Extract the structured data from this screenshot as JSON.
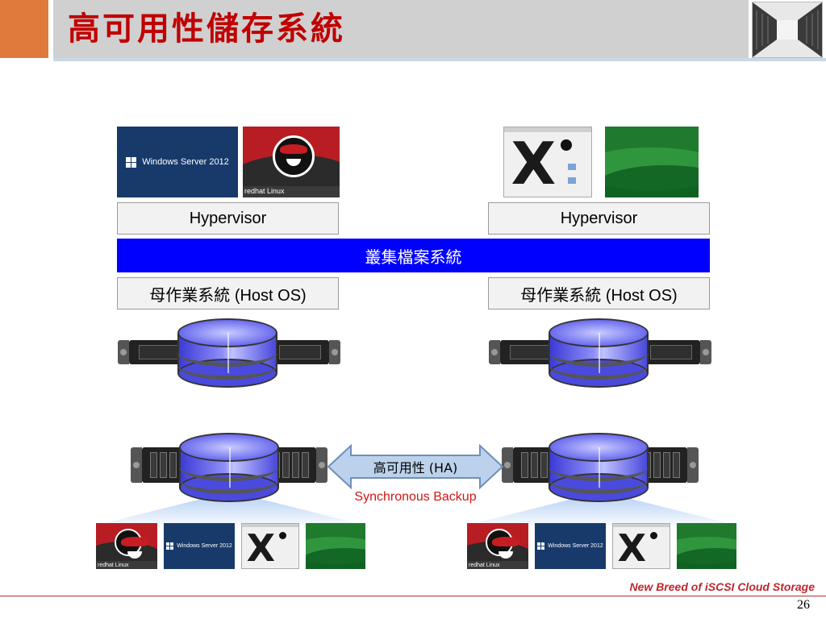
{
  "slide": {
    "title": "高可用性儲存系統",
    "page_number": "26",
    "footer_brand": "New Breed of iSCSI Cloud Storage",
    "accent_color": "#e07a3c",
    "title_color": "#c00000",
    "cluster_color": "#0000ff"
  },
  "left_stack": {
    "windows_tile_text": "Windows Server 2012",
    "redhat_tile_text": "redhat Linux",
    "hypervisor_label": "Hypervisor",
    "host_os_label": "母作業系統 (Host OS)"
  },
  "right_stack": {
    "hypervisor_label": "Hypervisor",
    "host_os_label": "母作業系統 (Host OS)"
  },
  "cluster_fs_label": "叢集檔案系統",
  "ha": {
    "arrow_label": "高可用性 (HA)",
    "sync_label": "Synchronous Backup"
  },
  "bottom_left": {
    "redhat_tile_text": "redhat Linux",
    "windows_tile_text": "Windows Server 2012"
  },
  "bottom_right": {
    "redhat_tile_text": "redhat Linux",
    "windows_tile_text": "Windows Server 2012"
  }
}
